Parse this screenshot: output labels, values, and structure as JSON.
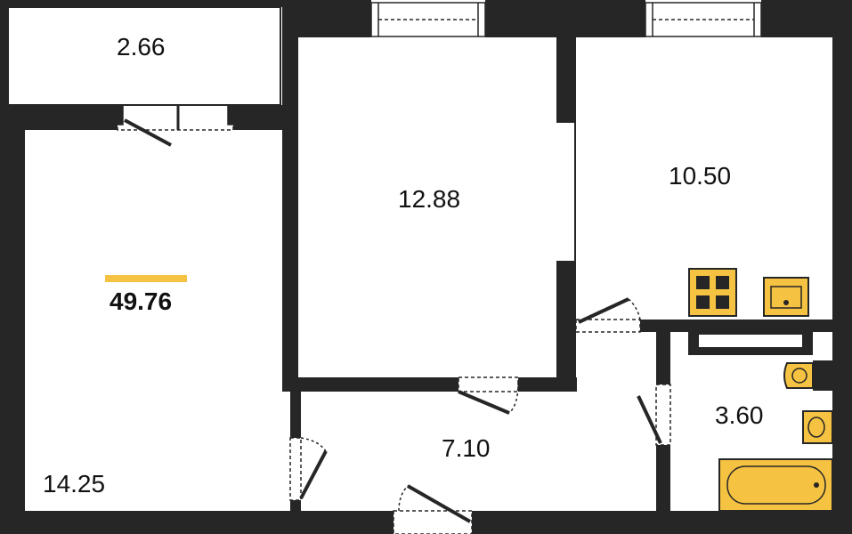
{
  "plan": {
    "total_area": "49.76",
    "rooms": [
      {
        "id": "balcony",
        "area": "2.66"
      },
      {
        "id": "living-room",
        "area": "14.25"
      },
      {
        "id": "bedroom-middle",
        "area": "12.88"
      },
      {
        "id": "kitchen",
        "area": "10.50"
      },
      {
        "id": "hallway",
        "area": "7.10"
      },
      {
        "id": "bathroom",
        "area": "3.60"
      }
    ]
  },
  "colors": {
    "wall": "#262626",
    "fixture": "#f5c242",
    "accent_bar": "#f5c242",
    "background": "#ffffff"
  },
  "icons": [
    "stove-icon",
    "kitchen-sink-icon",
    "toilet-icon",
    "bathroom-sink-icon",
    "bathtub-icon"
  ]
}
